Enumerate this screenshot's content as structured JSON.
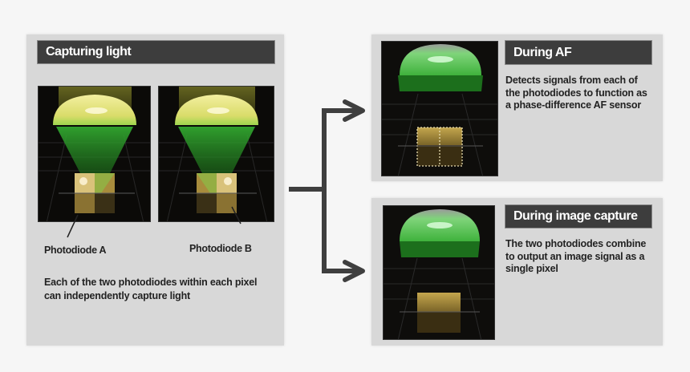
{
  "left_panel": {
    "title": "Capturing light",
    "label_a": "Photodiode A",
    "label_b": "Photodiode B",
    "description": "Each of the two photodiodes within each pixel can independently capture light"
  },
  "af_panel": {
    "title": "During AF",
    "description": "Detects signals from each of the photodiodes to function as a phase-difference AF sensor"
  },
  "capture_panel": {
    "title": "During image capture",
    "description": "The two photodiodes combine to output an image signal as a single pixel"
  },
  "colors": {
    "panel_bg": "#d8d8d8",
    "header_bg": "#3d3d3d",
    "arrow": "#3f3f3f",
    "lens_green": "#5fd05a",
    "lens_yellow": "#e8e07a",
    "photodiode_gold": "#c9a445"
  }
}
